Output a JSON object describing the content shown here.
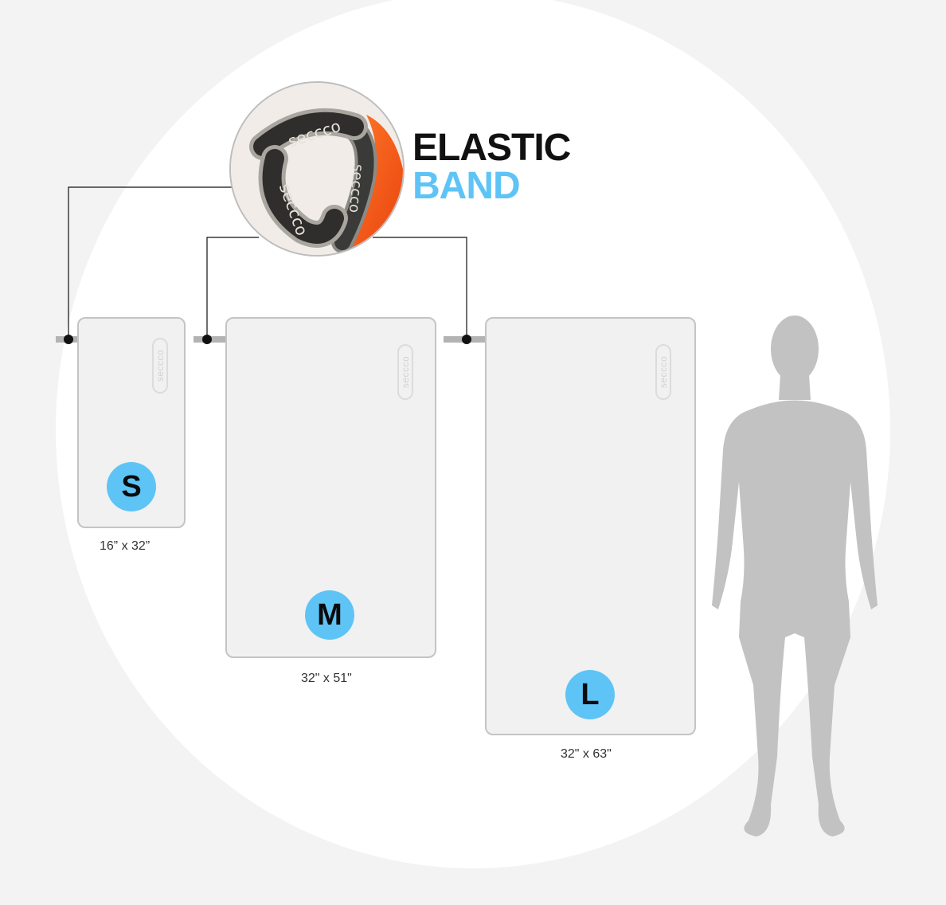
{
  "callout": {
    "line1": "ELASTIC",
    "line2": "BAND",
    "accent_color": "#5ec4f6"
  },
  "photo": {
    "brand_text": "seccco"
  },
  "sizes": [
    {
      "label": "S",
      "dimensions": "16” x 32”",
      "brand_text": "seccco"
    },
    {
      "label": "M",
      "dimensions": "32\" x 51\"",
      "brand_text": "seccco"
    },
    {
      "label": "L",
      "dimensions": "32\" x 63\"",
      "brand_text": "seccco"
    }
  ],
  "colors": {
    "background": "#f3f3f3",
    "badge": "#5ec4f6",
    "towel_fill": "#f1f1f1",
    "silhouette": "#c2c2c2"
  },
  "icons": {
    "person": "human-silhouette-icon"
  }
}
